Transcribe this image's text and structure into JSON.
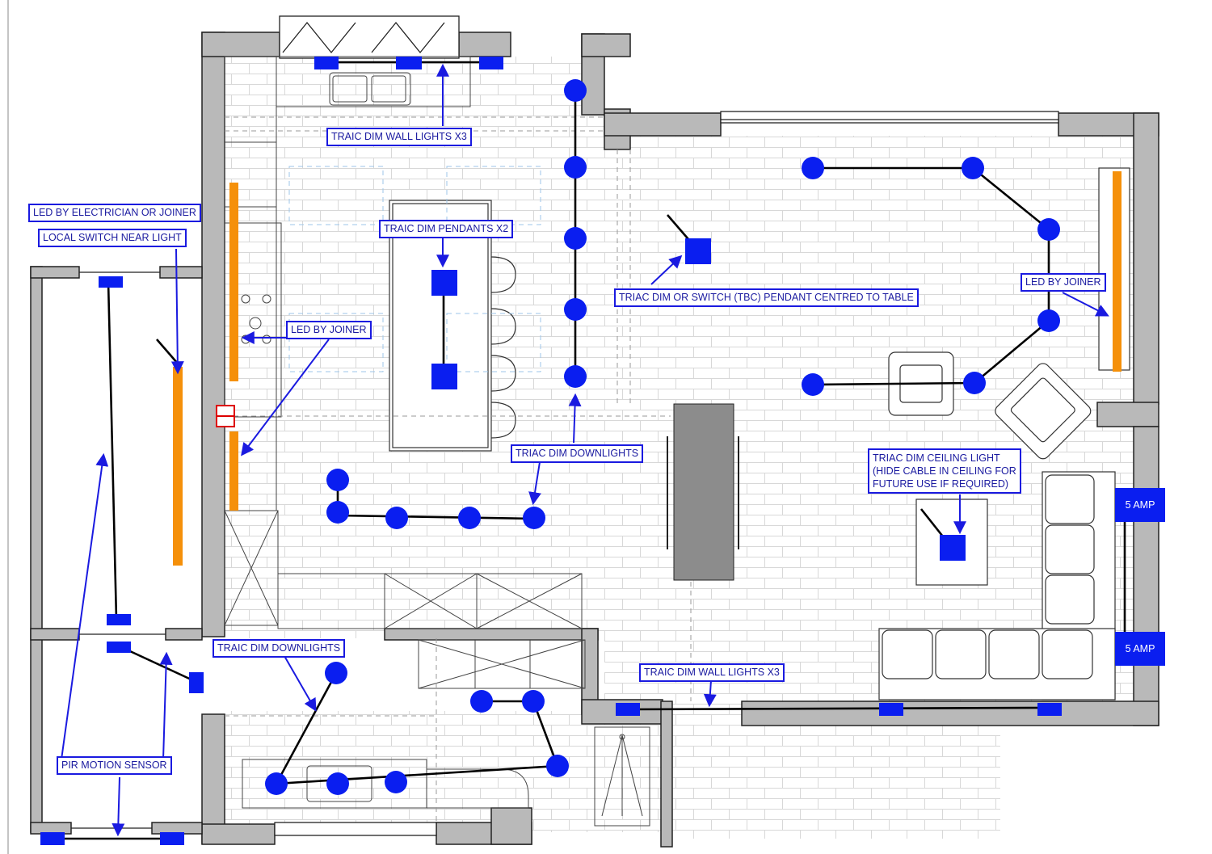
{
  "colors": {
    "wall": "#b9b9b9",
    "light": "#0a1ef0",
    "led": "#f5900a",
    "label_border": "#1a1ae0",
    "label_text": "#1a1aa0",
    "wire": "#000000"
  },
  "labels": {
    "led_by_electrician": "LED BY ELECTRICIAN OR JOINER",
    "local_switch": "LOCAL SWITCH NEAR LIGHT",
    "traic_wall_lights_top": "TRAIC DIM WALL LIGHTS X3",
    "traic_pendants": "TRAIC DIM PENDANTS X2",
    "led_by_joiner_kitchen": "LED BY JOINER",
    "triac_pendant_table": "TRIAC DIM OR SWITCH (TBC) PENDANT CENTRED TO TABLE",
    "led_by_joiner_living": "LED BY JOINER",
    "triac_downlights": "TRIAC DIM DOWNLIGHTS",
    "triac_ceiling_light": "TRIAC DIM CEILING LIGHT\n(HIDE CABLE IN CEILING FOR\nFUTURE USE IF REQUIRED)",
    "traic_downlights_lower": "TRAIC DIM DOWNLIGHTS",
    "traic_wall_lights_bottom": "TRAIC DIM WALL LIGHTS X3",
    "pir_sensor": "PIR MOTION SENSOR",
    "amp_top": "5 AMP",
    "amp_bottom": "5 AMP"
  }
}
